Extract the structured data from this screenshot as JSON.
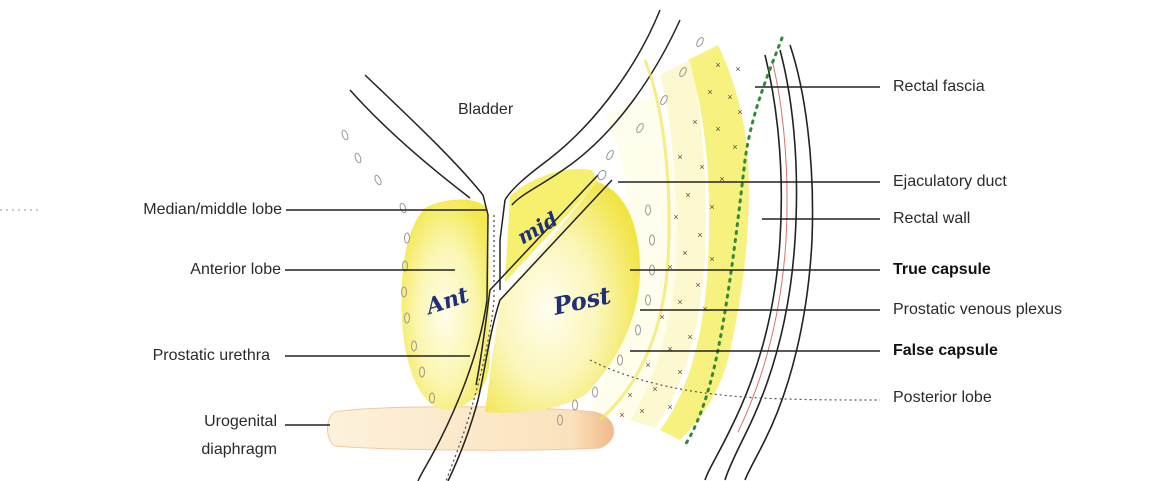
{
  "labels": {
    "bladder": "Bladder",
    "median_middle_lobe": "Median/middle lobe",
    "anterior_lobe": "Anterior lobe",
    "prostatic_urethra": "Prostatic urethra",
    "urogenital_diaphragm_1": "Urogenital",
    "urogenital_diaphragm_2": "diaphragm",
    "rectal_fascia": "Rectal fascia",
    "ejaculatory_duct": "Ejaculatory duct",
    "rectal_wall": "Rectal wall",
    "true_capsule": "True capsule",
    "prostatic_venous_plexus": "Prostatic venous plexus",
    "false_capsule": "False capsule",
    "posterior_lobe": "Posterior lobe"
  },
  "handwritten": {
    "ant": "Ant",
    "mid": "mid",
    "post": "Post"
  },
  "colors": {
    "gland_fill": "#f7ef72",
    "gland_light": "#fbf7c0",
    "line": "#222222",
    "plexus_dot": "#5a4a3a",
    "fascia_dot": "#2e8b3a",
    "rectal_wall_red": "#c0392b",
    "diaphragm_fill": "#fbe6c4",
    "handwriting": "#1f2f7a"
  }
}
